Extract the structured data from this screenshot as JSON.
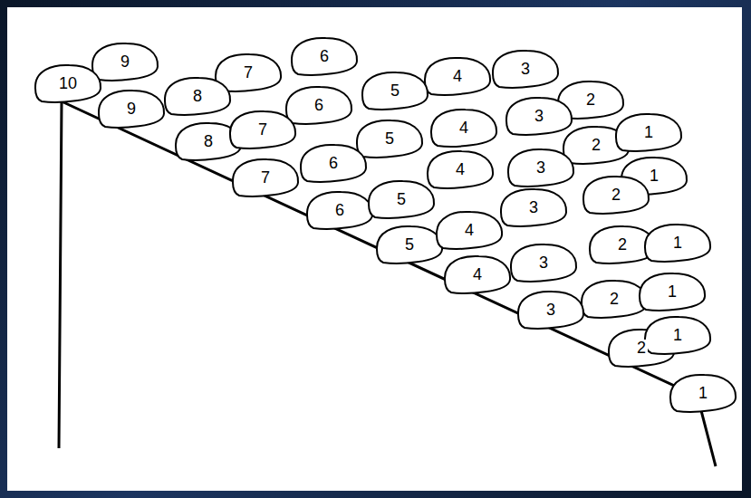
{
  "diagram": {
    "nodes": [
      {
        "text": [
          "9"
        ]
      },
      {
        "text": [
          "7"
        ]
      },
      {
        "text": [
          "6"
        ]
      },
      {
        "text": [
          "4"
        ]
      },
      {
        "text": [
          "3"
        ]
      },
      {
        "text": [
          "10"
        ]
      },
      {
        "text": [
          "9"
        ]
      },
      {
        "text": [
          "8"
        ]
      },
      {
        "text": [
          "6"
        ]
      },
      {
        "text": [
          "5"
        ]
      },
      {
        "text": [
          "2"
        ]
      },
      {
        "text": [
          "8"
        ]
      },
      {
        "text": [
          "7"
        ]
      },
      {
        "text": [
          "5"
        ]
      },
      {
        "text": [
          "4"
        ]
      },
      {
        "text": [
          "3"
        ]
      },
      {
        "text": [
          "2"
        ]
      },
      {
        "text": [
          "1"
        ]
      },
      {
        "text": [
          "7"
        ]
      },
      {
        "text": [
          "6"
        ]
      },
      {
        "text": [
          "4"
        ]
      },
      {
        "text": [
          "3"
        ]
      },
      {
        "text": [
          "1"
        ]
      },
      {
        "text": [
          "6"
        ]
      },
      {
        "text": [
          "5"
        ]
      },
      {
        "text": [
          "3"
        ]
      },
      {
        "text": [
          "2"
        ]
      },
      {
        "text": [
          "5"
        ]
      },
      {
        "text": [
          "4"
        ]
      },
      {
        "text": [
          "2"
        ]
      },
      {
        "text": [
          "1"
        ]
      },
      {
        "text": [
          "4"
        ]
      },
      {
        "text": [
          "3"
        ]
      },
      {
        "text": [
          "2"
        ]
      },
      {
        "text": [
          "1"
        ]
      },
      {
        "text": [
          "3"
        ]
      },
      {
        "text": [
          "2"
        ]
      },
      {
        "text": [
          "1"
        ]
      },
      {
        "text": [
          "1"
        ]
      }
    ]
  }
}
